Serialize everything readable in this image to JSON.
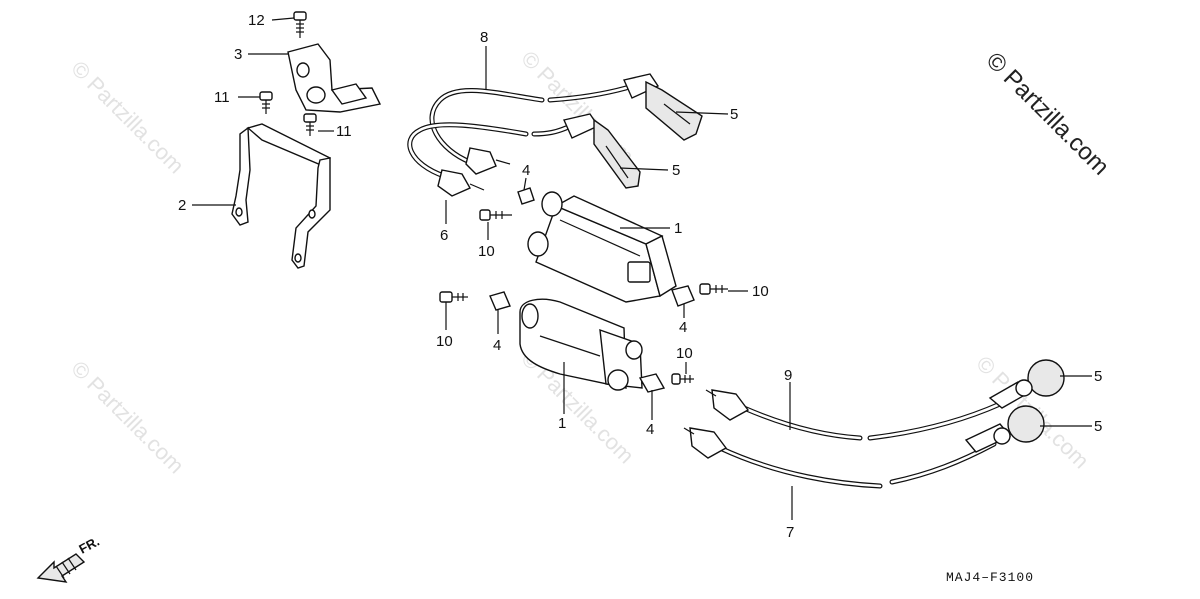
{
  "watermark": {
    "tiled_text": "© Partzilla.com",
    "corner_text": "© Partzilla.com"
  },
  "diagram_code": "MAJ4–F3100",
  "front_arrow_label": "FR.",
  "callouts": {
    "c12": "12",
    "c3": "3",
    "c11a": "11",
    "c11b": "11",
    "c2": "2",
    "c8": "8",
    "c5a": "5",
    "c5b": "5",
    "c4a": "4",
    "c6": "6",
    "c10a": "10",
    "c1a": "1",
    "c10b": "10",
    "c4b": "4",
    "c10c": "10",
    "c4c": "4",
    "c10d": "10",
    "c9": "9",
    "c5c": "5",
    "c1b": "1",
    "c4d": "4",
    "c5d": "5",
    "c7": "7"
  }
}
